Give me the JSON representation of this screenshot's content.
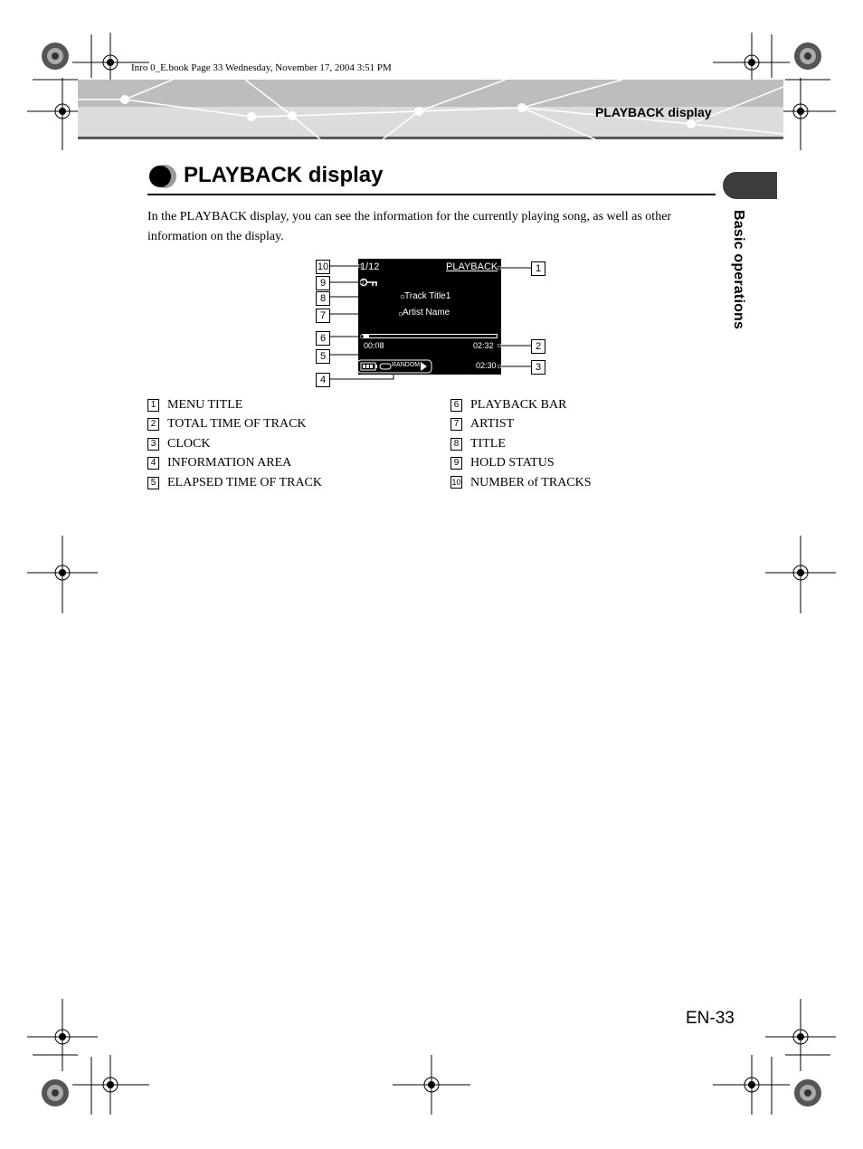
{
  "book_info": "Inro 0_E.book  Page 33  Wednesday, November 17, 2004  3:51 PM",
  "header": {
    "section_title": "PLAYBACK display"
  },
  "page_title": "PLAYBACK display",
  "side_tab": {
    "label": "Basic operations"
  },
  "intro_text": "In the PLAYBACK display, you can see the information for the currently playing song, as well as other information on the display.",
  "screen": {
    "track_number": "1/12",
    "menu_title": "PLAYBACK",
    "track_title": "Track Title1",
    "artist": "Artist Name",
    "elapsed_time": "00:08",
    "total_time": "02:32",
    "clock": "02:30",
    "mode": "RANDOM",
    "playback_progress": 0.05
  },
  "callouts": {
    "c1": "1",
    "c2": "2",
    "c3": "3",
    "c4": "4",
    "c5": "5",
    "c6": "6",
    "c7": "7",
    "c8": "8",
    "c9": "9",
    "c10": "10"
  },
  "legend": [
    {
      "num": "1",
      "label": "MENU TITLE"
    },
    {
      "num": "2",
      "label": "TOTAL TIME OF TRACK"
    },
    {
      "num": "3",
      "label": "CLOCK"
    },
    {
      "num": "4",
      "label": "INFORMATION AREA"
    },
    {
      "num": "5",
      "label": "ELAPSED TIME OF TRACK"
    },
    {
      "num": "6",
      "label": "PLAYBACK BAR"
    },
    {
      "num": "7",
      "label": "ARTIST"
    },
    {
      "num": "8",
      "label": "TITLE"
    },
    {
      "num": "9",
      "label": "HOLD STATUS"
    },
    {
      "num": "10",
      "label": "NUMBER of TRACKS"
    }
  ],
  "page_number": "EN-33",
  "colors": {
    "header_band": "#c8c8c8",
    "side_tab": "#3c3c3c",
    "screen_bg": "#000000"
  }
}
